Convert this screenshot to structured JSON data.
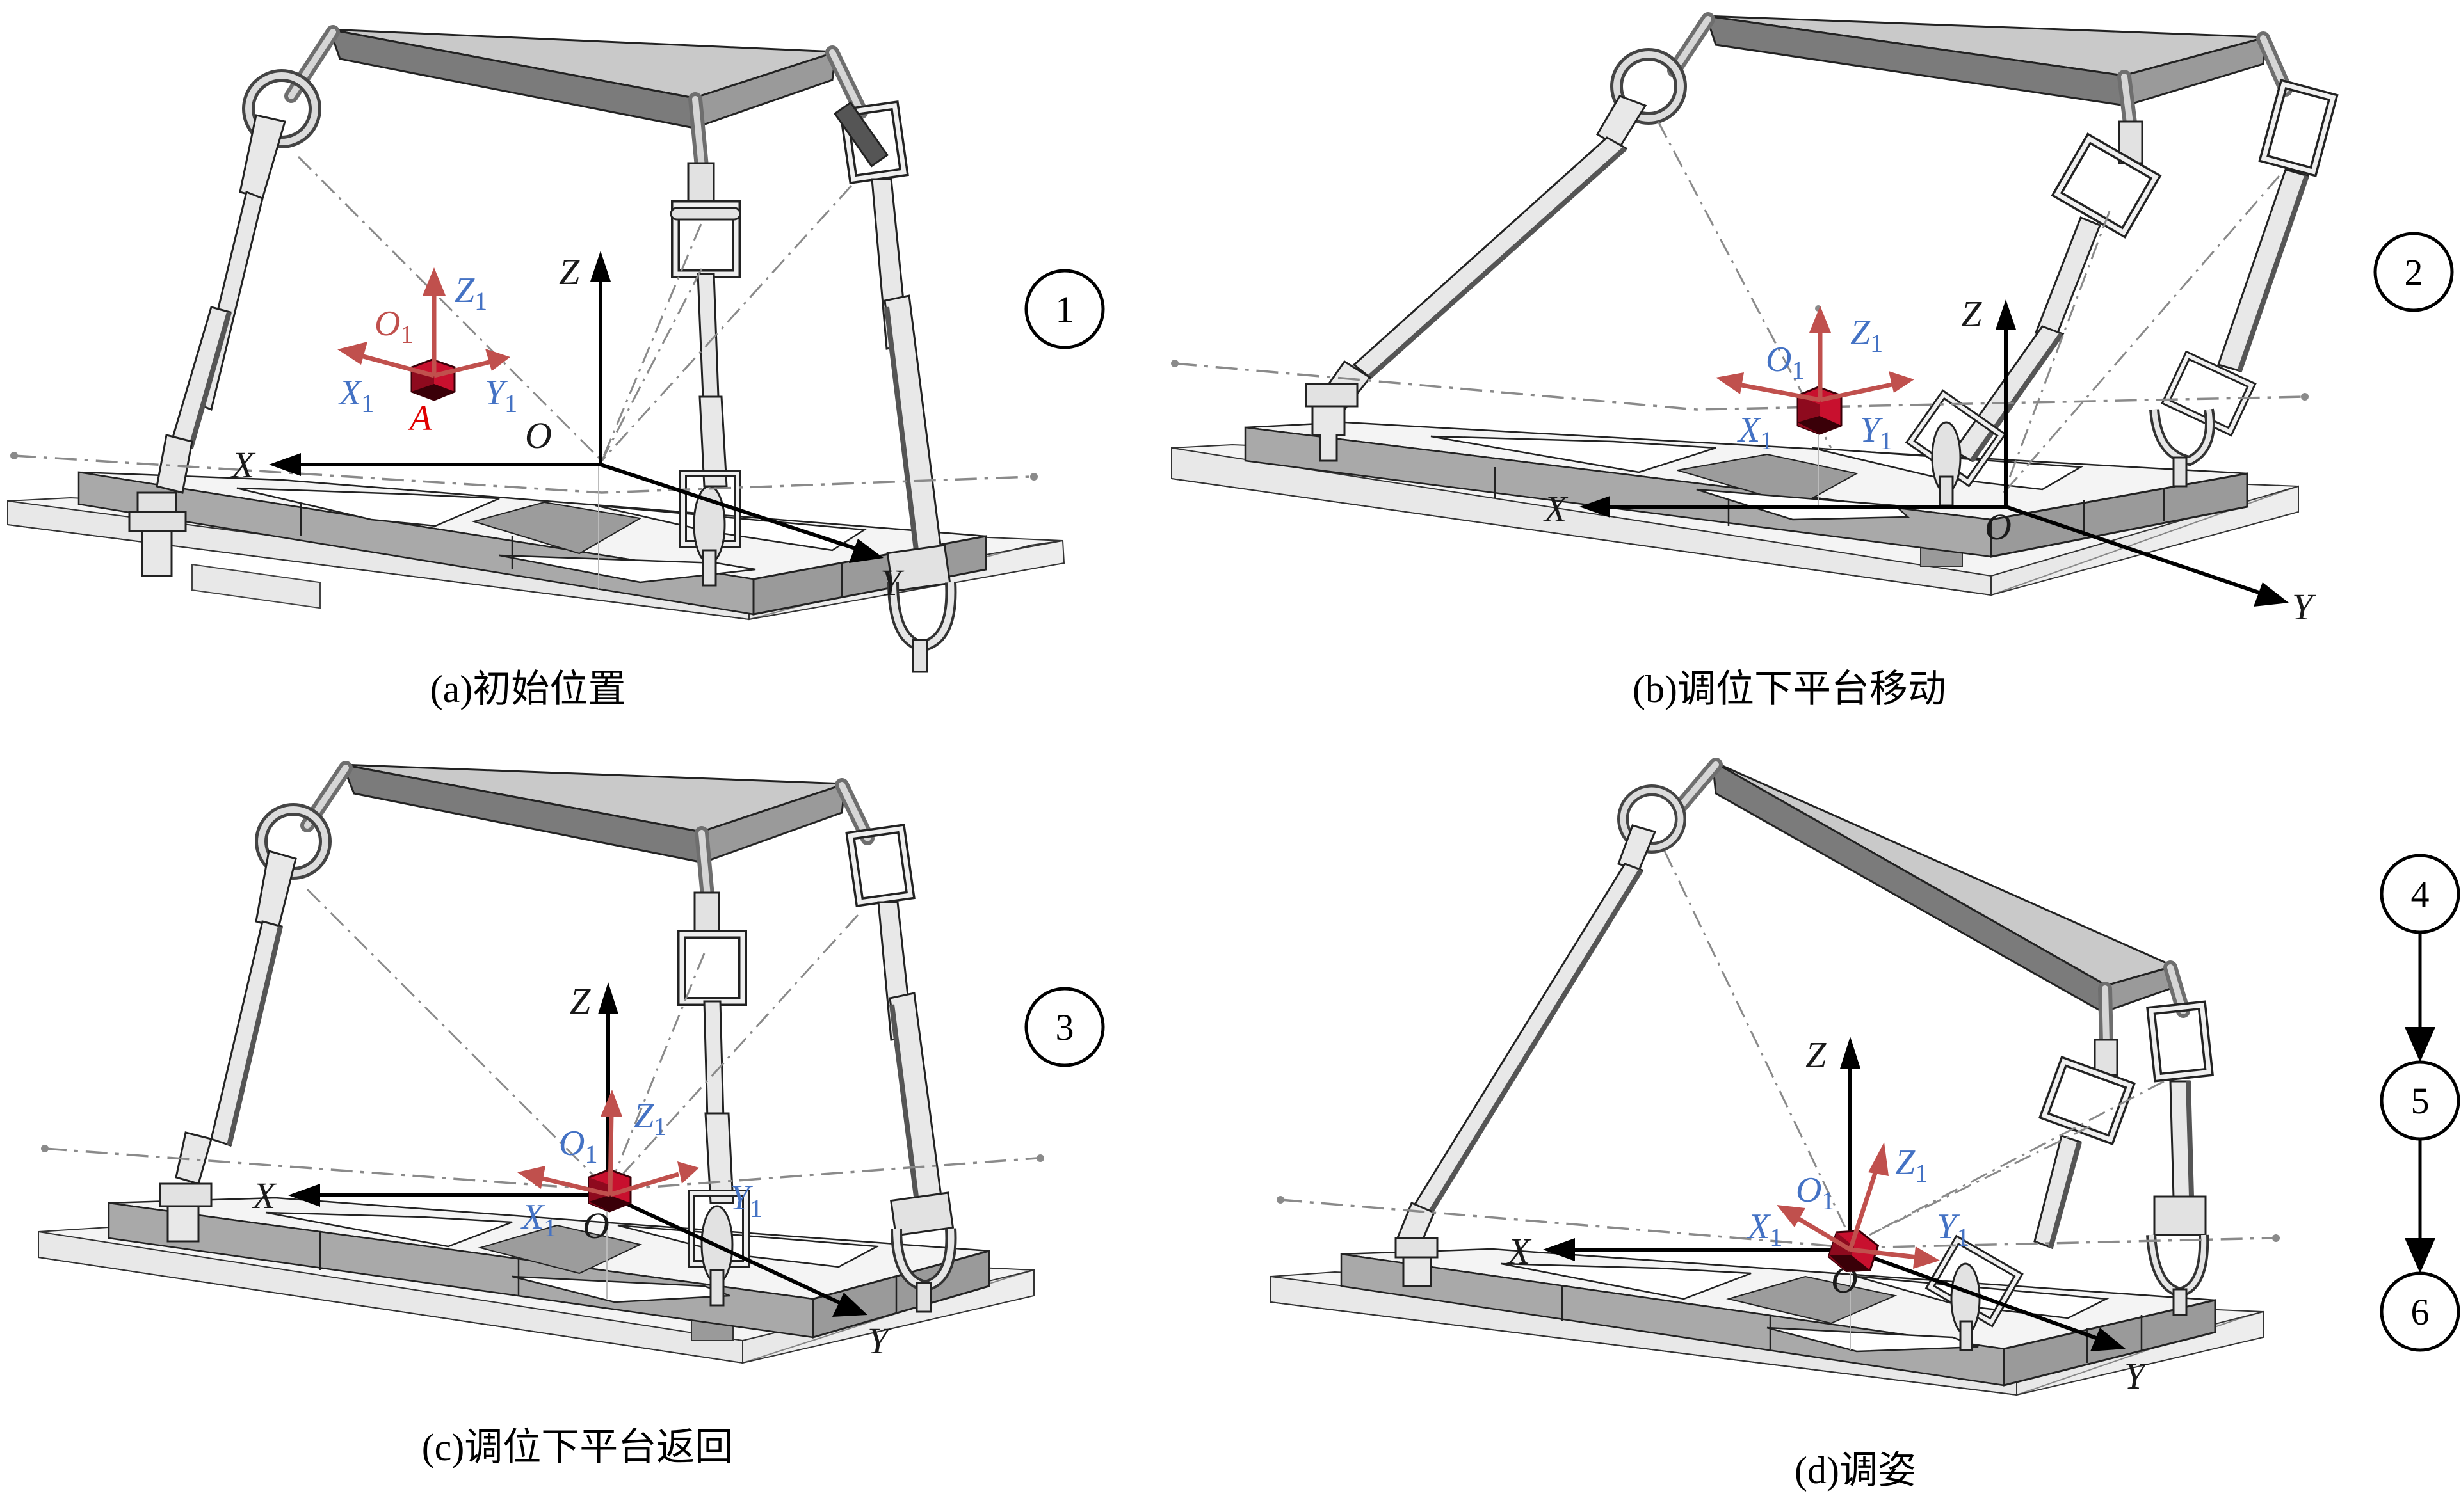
{
  "figure": {
    "description": "Four-stage illustration of a parallel-mechanism pose adjustment process with fixed frame O-XYZ and moving frame O1-X1Y1Z1 attached to red block A",
    "colors": {
      "moving_frame_arrow": "#c0504d",
      "moving_frame_label": "#4472c4",
      "point_label": "#e00000",
      "fixed_frame": "#000000",
      "platform_top": "#c9c9c9",
      "platform_side": "#7b7b7b",
      "block": "#c8102e"
    },
    "panels": [
      {
        "id": "a",
        "caption": "(a)初始位置",
        "step_markers": [
          "1"
        ],
        "fixed_frame": {
          "origin": "O",
          "x": "X",
          "y": "Y",
          "z": "Z"
        },
        "moving_frame": {
          "origin": "O",
          "origin_sub": "1",
          "x": "X",
          "x_sub": "1",
          "y": "Y",
          "y_sub": "1",
          "z": "Z",
          "z_sub": "1"
        },
        "point_label": "A"
      },
      {
        "id": "b",
        "caption": "(b)调位下平台移动",
        "step_markers": [
          "2"
        ],
        "fixed_frame": {
          "origin": "O",
          "x": "X",
          "y": "Y",
          "z": "Z"
        },
        "moving_frame": {
          "origin": "O",
          "origin_sub": "1",
          "x": "X",
          "x_sub": "1",
          "y": "Y",
          "y_sub": "1",
          "z": "Z",
          "z_sub": "1"
        }
      },
      {
        "id": "c",
        "caption": "(c)调位下平台返回",
        "step_markers": [
          "3"
        ],
        "fixed_frame": {
          "origin": "O",
          "x": "X",
          "y": "Y",
          "z": "Z"
        },
        "moving_frame": {
          "origin": "O",
          "origin_sub": "1",
          "x": "X",
          "x_sub": "1",
          "y": "Y",
          "y_sub": "1",
          "z": "Z",
          "z_sub": "1"
        }
      },
      {
        "id": "d",
        "caption": "(d)调姿",
        "step_markers": [
          "4",
          "5",
          "6"
        ],
        "fixed_frame": {
          "origin": "O",
          "x": "X",
          "y": "Y",
          "z": "Z"
        },
        "moving_frame": {
          "origin": "O",
          "origin_sub": "1",
          "x": "X",
          "x_sub": "1",
          "y": "Y",
          "y_sub": "1",
          "z": "Z",
          "z_sub": "1"
        }
      }
    ],
    "flow": {
      "sequence": [
        "4",
        "5",
        "6"
      ],
      "arrow": "down"
    }
  }
}
